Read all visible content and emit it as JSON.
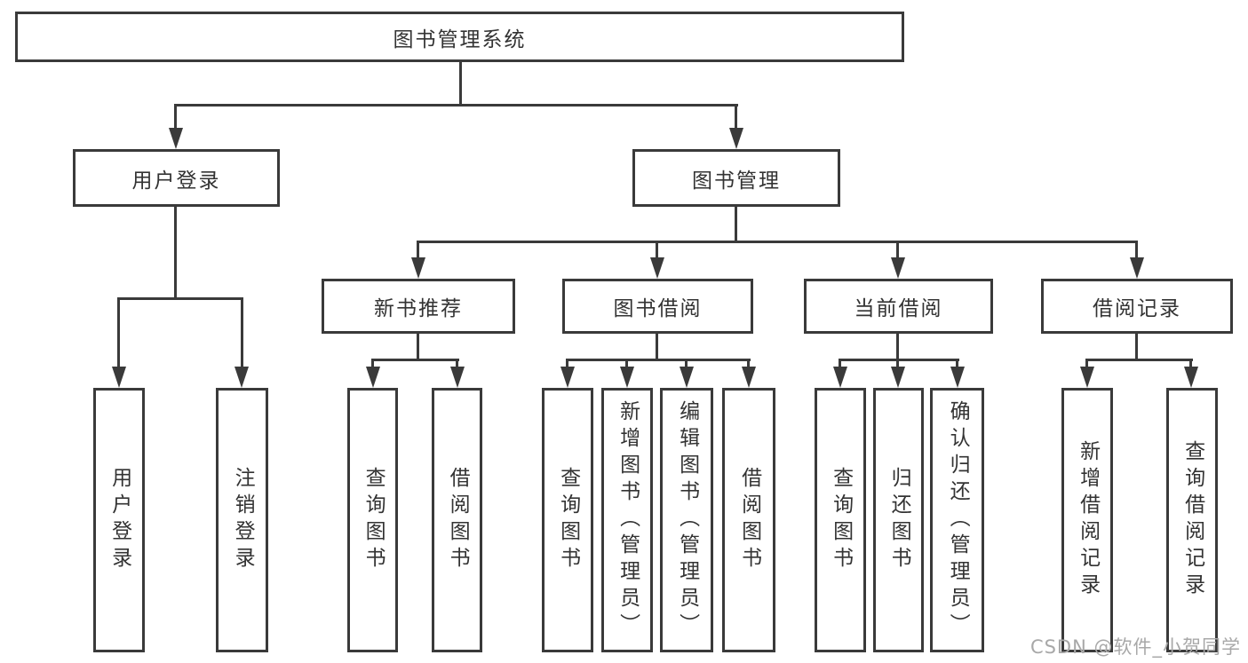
{
  "diagram": {
    "root": {
      "label": "图书管理系统"
    },
    "branches": [
      {
        "label": "用户登录",
        "children": [
          {
            "label": "用户登录"
          },
          {
            "label": "注销登录"
          }
        ]
      },
      {
        "label": "图书管理",
        "children": [
          {
            "label": "新书推荐",
            "children": [
              {
                "label": "查询图书"
              },
              {
                "label": "借阅图书"
              }
            ]
          },
          {
            "label": "图书借阅",
            "children": [
              {
                "label": "查询图书"
              },
              {
                "label": "新增图书（管理员）"
              },
              {
                "label": "编辑图书（管理员）"
              },
              {
                "label": "借阅图书"
              }
            ]
          },
          {
            "label": "当前借阅",
            "children": [
              {
                "label": "查询图书"
              },
              {
                "label": "归还图书"
              },
              {
                "label": "确认归还（管理员）"
              }
            ]
          },
          {
            "label": "借阅记录",
            "children": [
              {
                "label": "新增借阅记录"
              },
              {
                "label": "查询借阅记录"
              }
            ]
          }
        ]
      }
    ]
  },
  "watermark": "CSDN @软件_小贺同学",
  "colors": {
    "line": "#3a3a3a",
    "text": "#333333",
    "background": "#ffffff",
    "watermark": "#a8a8a8"
  }
}
